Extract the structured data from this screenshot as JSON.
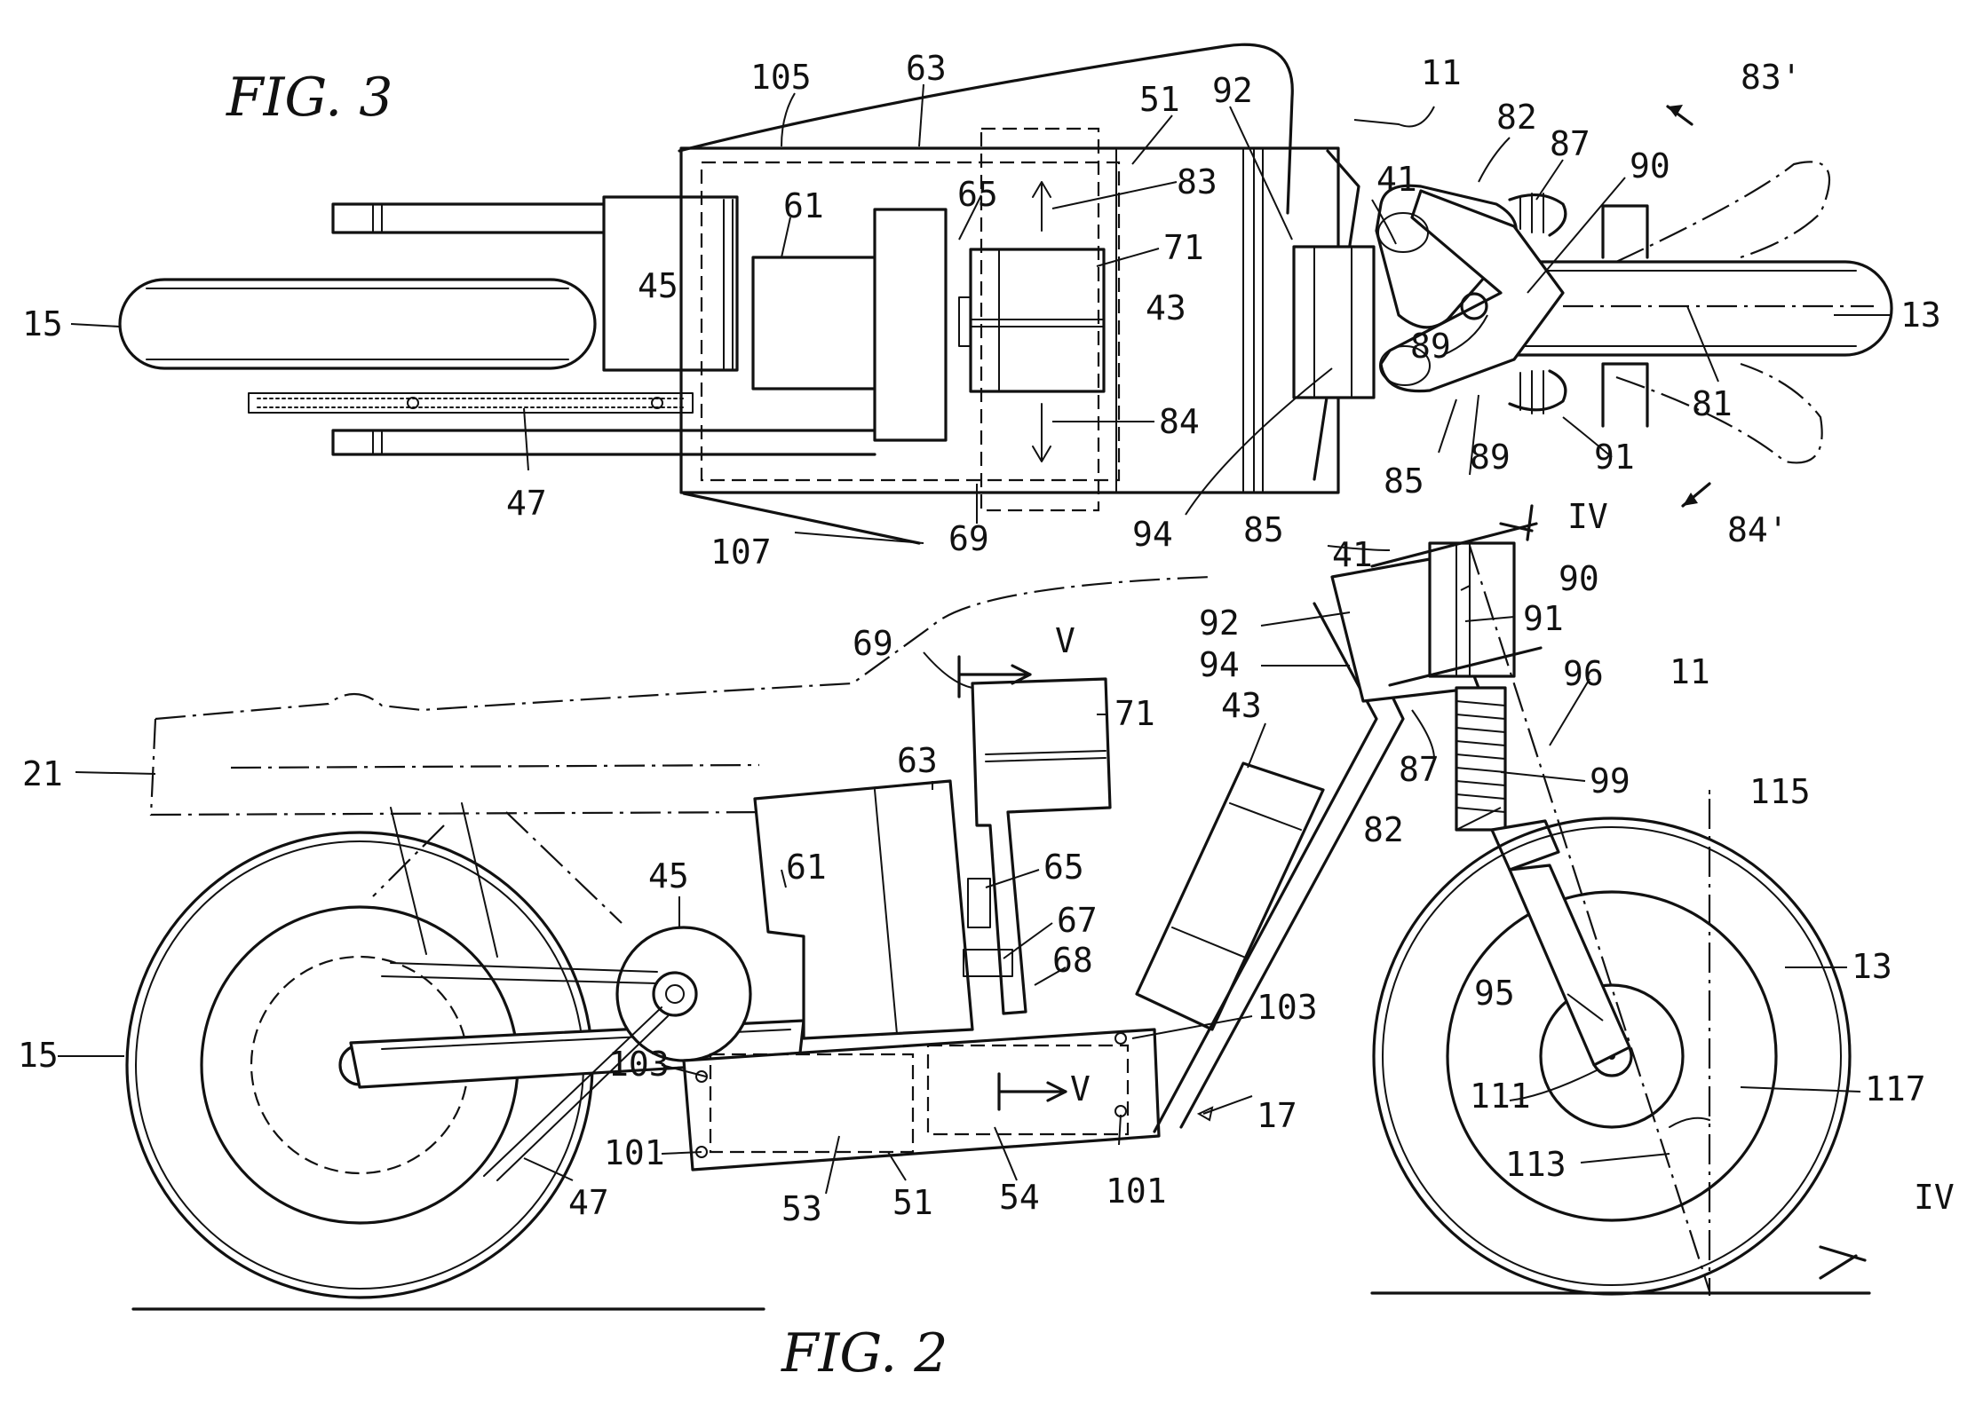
{
  "figures": {
    "fig3": {
      "title": "FIG. 3"
    },
    "fig2": {
      "title": "FIG. 2"
    }
  },
  "labels_fig3": [
    "105",
    "63",
    "51",
    "92",
    "11",
    "82",
    "87",
    "83'",
    "90",
    "61",
    "65",
    "83",
    "71",
    "41",
    "15",
    "45",
    "43",
    "13",
    "89",
    "81",
    "47",
    "84",
    "91",
    "85",
    "89",
    "84'",
    "107",
    "69",
    "94",
    "IV"
  ],
  "labels_fig2": [
    "85",
    "41",
    "90",
    "91",
    "92",
    "94",
    "96",
    "11",
    "69",
    "V",
    "71",
    "43",
    "63",
    "21",
    "87",
    "99",
    "82",
    "115",
    "45",
    "61",
    "65",
    "67",
    "68",
    "103",
    "13",
    "15",
    "95",
    "103",
    "V",
    "17",
    "111",
    "117",
    "101",
    "53",
    "51",
    "54",
    "101",
    "47",
    "113",
    "IV"
  ]
}
